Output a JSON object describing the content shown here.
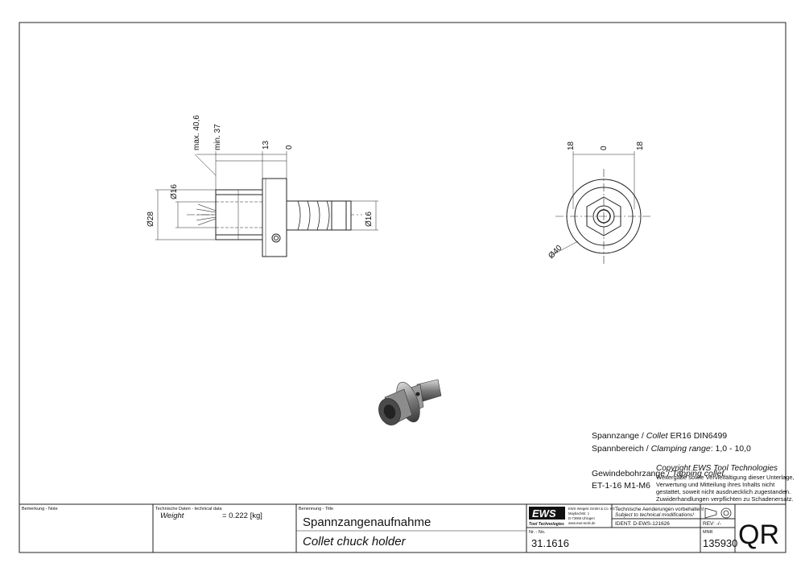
{
  "drawing": {
    "dims_side": {
      "max_len": "max. 40,6",
      "min_len": "min. 37",
      "flange": "13",
      "zero": "0",
      "bore": "Ø16",
      "nut_dia": "Ø28",
      "shank_dia": "Ø16"
    },
    "dims_front": {
      "left": "18",
      "zero": "0",
      "right": "18",
      "flange_dia": "Ø40"
    }
  },
  "notes": {
    "collet_line": "Spannzange / Collet   ER16   DIN6499",
    "collet_de": "Spannzange / ",
    "collet_en": "Collet",
    "collet_spec": "  ER16   DIN6499",
    "range_de": "Spannbereich / ",
    "range_en": "Clamping range",
    "range_spec": ": 1,0 - 10,0",
    "tap_de": "Gewindebohrzange / ",
    "tap_en": "Tapping collet",
    "tap_spec": "ET-1-16   M1-M6",
    "copyright_brand": "Copyright EWS Tool Technologies",
    "copyright_lines": [
      "Weitergabe sowie Vervielfältigung dieser Unterlage,",
      "Verwertung und Mitteilung ihres Inhalts nicht",
      "gestattet, soweit nicht ausdruecklich zugestanden.",
      "Zuwiderhandlungen verpflichten zu Schadenersatz."
    ]
  },
  "title_block": {
    "note_label": "Bemerkung - Note",
    "tech_label": "Technische Daten - technical data",
    "weight_label": "Weight",
    "weight_value": "= 0.222 [kg]",
    "title_label": "Benennung - Title",
    "title_de": "Spannzangenaufnahme",
    "title_en": "Collet chuck holder",
    "logo_text": "EWS",
    "logo_sub": "Tool Technologies",
    "company_lines": [
      "EWS Weigele GmbH & Co. KG",
      "Maybachstr. 1",
      "D-73066 Uhingen",
      "www.ews-tools.de"
    ],
    "change_de": "Technische Aenderungen vorbehalten!",
    "change_en": "Subject to technical modifications!",
    "ident": "IDENT:  D-EWS-121626",
    "rev": "REV:  -/-",
    "nr_label": "Nr. - No.",
    "part_no": "31.1616",
    "mnr_label": "MNR",
    "mnr": "135930",
    "qr_text": "QR"
  }
}
